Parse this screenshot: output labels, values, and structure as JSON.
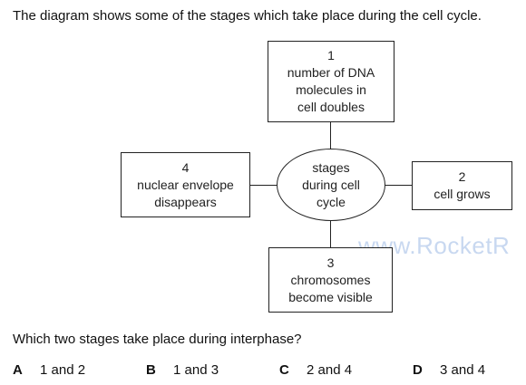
{
  "intro_text": "The diagram shows some of the stages which take place during the cell cycle.",
  "diagram": {
    "center": [
      "stages",
      "during cell",
      "cycle"
    ],
    "stage1": {
      "number": "1",
      "lines": [
        "number of DNA",
        "molecules in",
        "cell doubles"
      ]
    },
    "stage2": {
      "number": "2",
      "lines": [
        "cell grows"
      ]
    },
    "stage3": {
      "number": "3",
      "lines": [
        "chromosomes",
        "become visible"
      ]
    },
    "stage4": {
      "number": "4",
      "lines": [
        "nuclear envelope",
        "disappears"
      ]
    }
  },
  "watermark": "www.RocketR",
  "question": "Which two stages take place during interphase?",
  "options": [
    {
      "letter": "A",
      "text": "1 and 2"
    },
    {
      "letter": "B",
      "text": "1 and 3"
    },
    {
      "letter": "C",
      "text": "2 and 4"
    },
    {
      "letter": "D",
      "text": "3 and 4"
    }
  ]
}
